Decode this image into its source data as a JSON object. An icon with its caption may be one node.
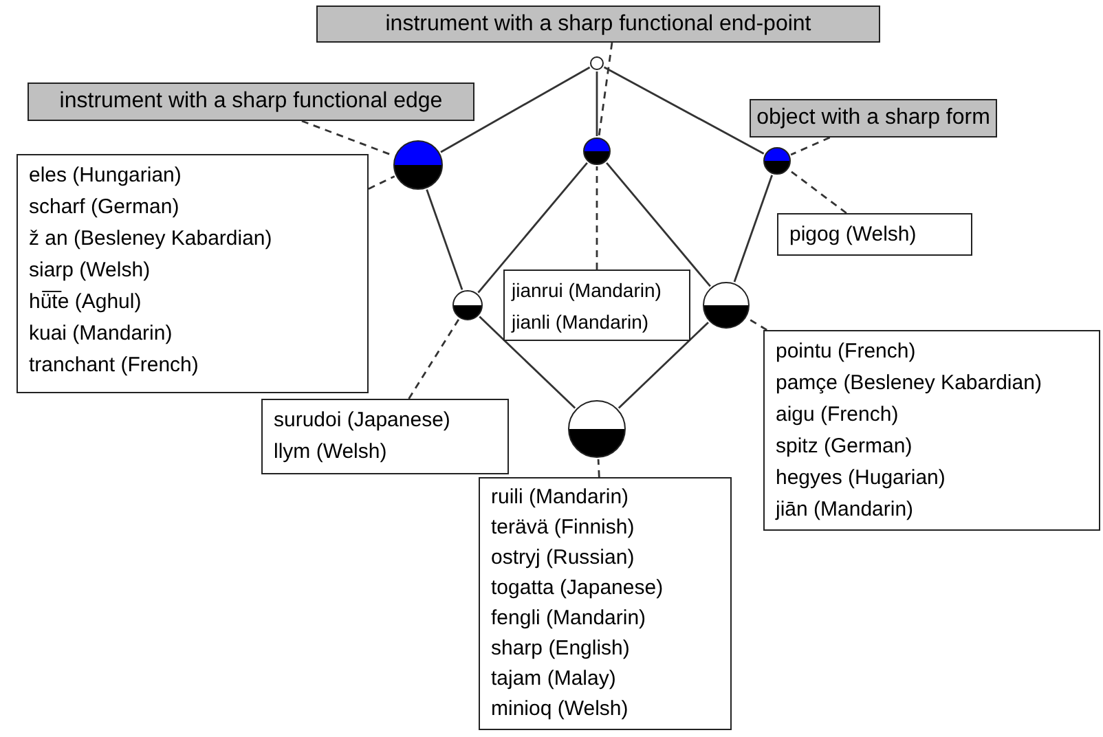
{
  "diagram": {
    "nodes": [
      {
        "text": [],
        "shape": "circle"
      },
      {
        "text": [
          "instrument with a sharp functional end-point"
        ]
      },
      {
        "text": [
          "instrument with a sharp functional edge"
        ]
      },
      {
        "text": [
          "object with a sharp form"
        ]
      },
      {
        "text": [],
        "shape": "circle"
      },
      {
        "text": [],
        "shape": "circle"
      },
      {
        "text": [],
        "shape": "circle"
      },
      {
        "text": [
          "eles (Hungarian)",
          "scharf (German)",
          "ž an (Besleney Kabardian)",
          "siarp (Welsh)",
          "hü͞te (Aghul)",
          "kuai (Mandarin)",
          "tranchant (French)"
        ]
      },
      {
        "text": [
          "jianrui (Mandarin)",
          "jianli (Mandarin)"
        ]
      },
      {
        "text": [
          "pigog (Welsh)"
        ]
      },
      {
        "text": [],
        "shape": "circle"
      },
      {
        "text": [],
        "shape": "circle"
      },
      {
        "text": [
          "surudoi (Japanese)",
          "llym (Welsh)"
        ]
      },
      {
        "text": [
          "pointu (French)",
          "pamçe (Besleney Kabardian)",
          "aigu (French)",
          "spitz (German)",
          "hegyes (Hugarian)",
          "jiān (Mandarin)"
        ]
      },
      {
        "text": [],
        "shape": "circle"
      },
      {
        "text": [
          "ruili (Mandarin)",
          "terävä (Finnish)",
          "ostryj (Russian)",
          "togatta (Japanese)",
          "fengli (Mandarin)",
          "sharp (English)",
          "tajam (Malay)",
          "minioq (Welsh)"
        ]
      }
    ],
    "edges": [
      {
        "from": 0,
        "to": 4,
        "arrow": "none"
      },
      {
        "from": 0,
        "to": 5,
        "arrow": "none"
      },
      {
        "from": 0,
        "to": 6,
        "arrow": "none"
      },
      {
        "from": 4,
        "to": 10,
        "arrow": "none"
      },
      {
        "from": 5,
        "to": 10,
        "arrow": "none"
      },
      {
        "from": 5,
        "to": 11,
        "arrow": "none"
      },
      {
        "from": 6,
        "to": 11,
        "arrow": "none"
      },
      {
        "from": 10,
        "to": 14,
        "arrow": "none"
      },
      {
        "from": 11,
        "to": 14,
        "arrow": "none"
      },
      {
        "from": 1,
        "to": 5,
        "arrow": "none",
        "style": "dashed"
      },
      {
        "from": 2,
        "to": 4,
        "arrow": "none",
        "style": "dashed"
      },
      {
        "from": 3,
        "to": 6,
        "arrow": "none",
        "style": "dashed"
      },
      {
        "from": 7,
        "to": 4,
        "arrow": "none",
        "style": "dashed"
      },
      {
        "from": 8,
        "to": 5,
        "arrow": "none",
        "style": "dashed"
      },
      {
        "from": 9,
        "to": 6,
        "arrow": "none",
        "style": "dashed"
      },
      {
        "from": 12,
        "to": 10,
        "arrow": "none",
        "style": "dashed"
      },
      {
        "from": 13,
        "to": 11,
        "arrow": "none",
        "style": "dashed"
      },
      {
        "from": 15,
        "to": 14,
        "arrow": "none",
        "style": "dashed"
      }
    ]
  }
}
